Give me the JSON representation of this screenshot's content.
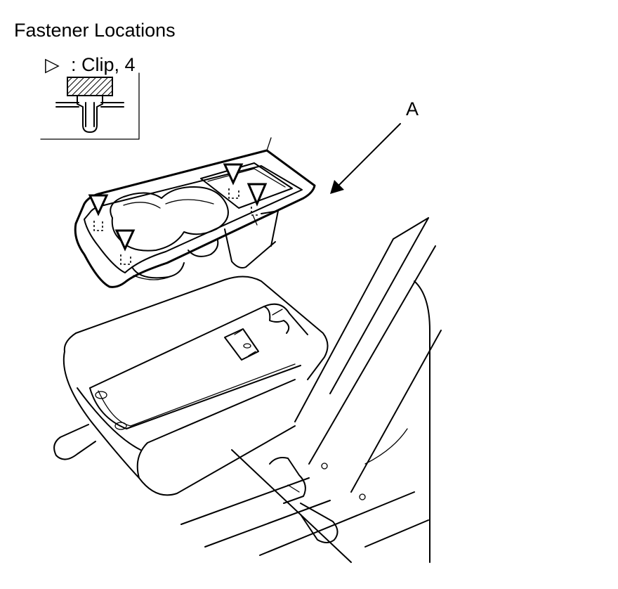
{
  "title": "Fastener Locations",
  "legend": {
    "symbol": "▷",
    "text": ": Clip, 4"
  },
  "callout_a": "A",
  "icons": {
    "clip_marker": "triangle-down-icon",
    "legend_symbol": "triangle-right-icon"
  },
  "colors": {
    "line": "#000000",
    "background": "#ffffff"
  }
}
